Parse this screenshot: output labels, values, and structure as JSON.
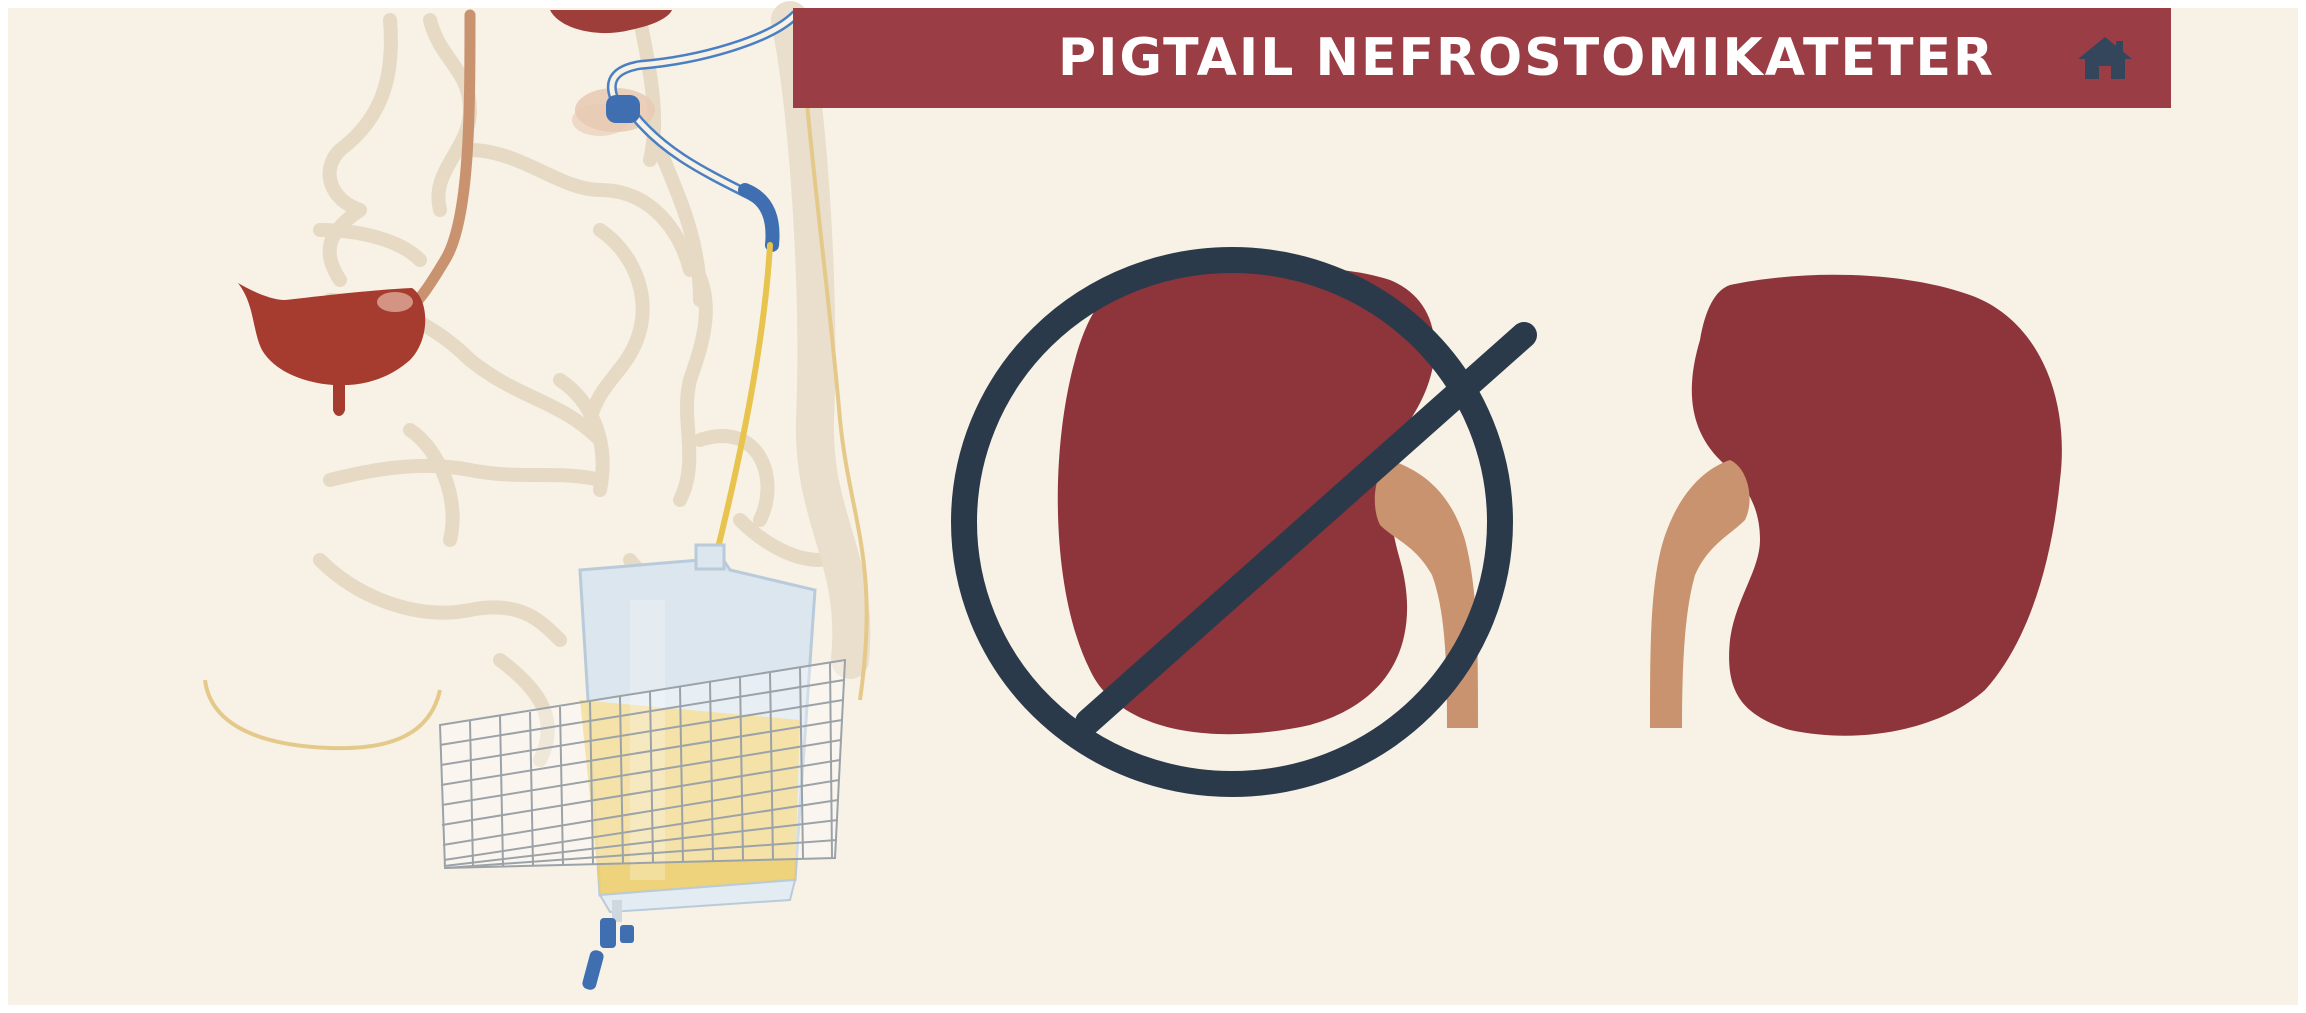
{
  "title": "PIGTAIL NEFROSTOMIKATETER",
  "home_button": {
    "icon": "home-icon"
  },
  "colors": {
    "background": "#f7f1e6",
    "banner": "#9b3d45",
    "kidney": "#8e343b",
    "ureter": "#c9936f",
    "prohibition": "#2b3a4b",
    "urine": "#f1cf67",
    "tube": "#4a7fc1"
  },
  "illustrations": [
    "body-anatomy-with-drainage-bag",
    "kidney-crossed-out",
    "kidney"
  ]
}
